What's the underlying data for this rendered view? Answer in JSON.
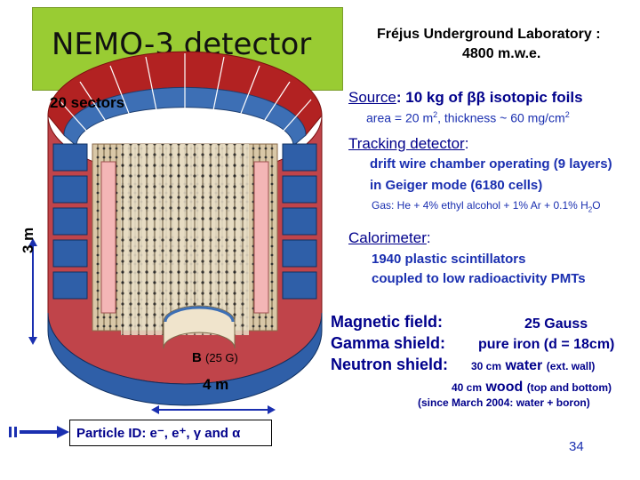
{
  "title": "NEMO-3 detector",
  "lab": {
    "line1": "Fréjus Underground Laboratory  :",
    "line2": "4800 m.w.e."
  },
  "sectors": "20 sectors",
  "source": {
    "heading": "Source",
    "text": ":  10 kg of ββ isotopic foils",
    "detail_prefix": "area = 20 m",
    "detail_sup": "2",
    "detail_mid": ", thickness ~ 60 mg/cm",
    "detail_sup2": "2"
  },
  "tracking": {
    "heading": "Tracking detector",
    "colon": ":",
    "line1": "drift wire chamber operating (9 layers)",
    "line2": "in Geiger mode (6180 cells)",
    "gas": "Gas: He + 4% ethyl alcohol + 1% Ar + 0.1% H",
    "gas_sub": "2",
    "gas_end": "O"
  },
  "calorimeter": {
    "heading": "Calorimeter",
    "colon": ":",
    "line1": "1940 plastic scintillators",
    "line2": "coupled to low radioactivity PMTs"
  },
  "magnetic": {
    "label": "Magnetic field:",
    "value": "25 Gauss"
  },
  "gamma": {
    "label": "Gamma shield:",
    "value": "pure iron (d = 18cm)"
  },
  "neutron": {
    "label": "Neutron shield:",
    "thickness1": "30 cm",
    "material1": "water",
    "note1": "(ext. wall)",
    "thickness2": "40 cm",
    "material2": "wood",
    "note2": "(top and bottom)",
    "note3": "(since March 2004:  water + boron)"
  },
  "dimensions": {
    "height": "3 m",
    "width": "4 m"
  },
  "bfield": {
    "letter": "B",
    "unit": "(25 G)"
  },
  "particle_id": "Particle ID: e⁻, e⁺, γ  and α",
  "page_number": "34",
  "colors": {
    "title_box": "#99cc33",
    "blue_text": "#1a2fb0",
    "navy_text": "#00008b"
  }
}
